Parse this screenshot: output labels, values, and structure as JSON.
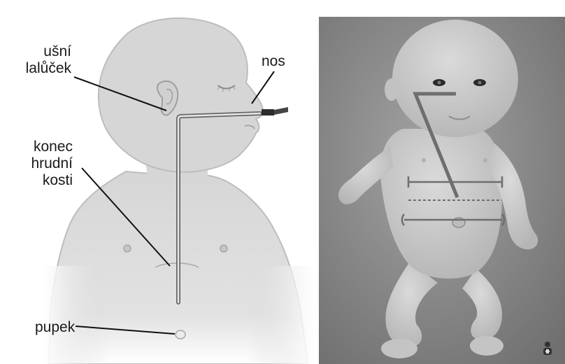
{
  "labels": {
    "ear": [
      "ušní",
      "lalůček"
    ],
    "nose": "nos",
    "sternum": [
      "konec",
      "hrudní",
      "kosti"
    ],
    "navel": "pupek"
  },
  "colors": {
    "illustration_fill": "#d6d6d6",
    "illustration_outline": "#b3b3b3",
    "tube": "#555555",
    "photo_background": "#8c8c8c",
    "doll_skin": "#c9c9c9",
    "marker_line": "#6e6e6e"
  },
  "icons": {
    "photo_corner_mark": "baby-logo-icon"
  }
}
